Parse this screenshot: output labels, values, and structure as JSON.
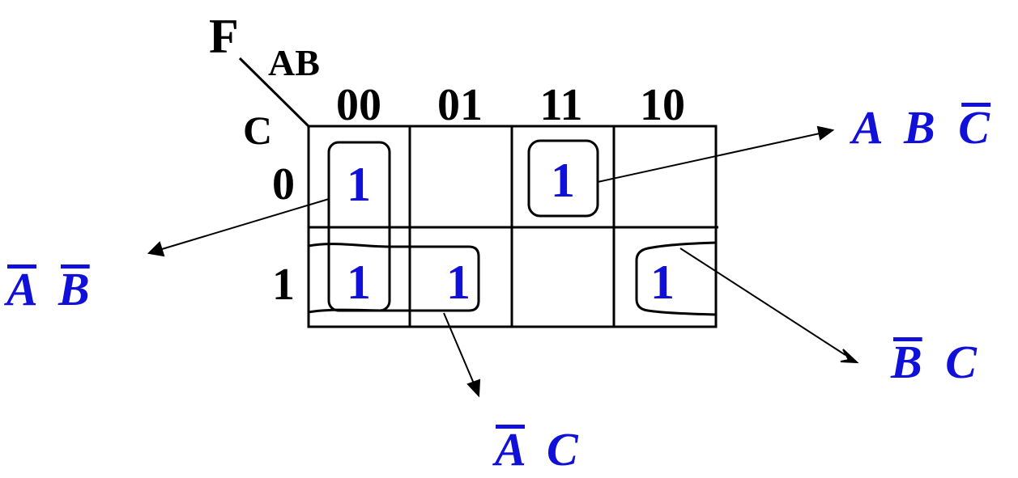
{
  "func_label": "F",
  "row_var": "C",
  "col_var": "AB",
  "col_headers": [
    "00",
    "01",
    "11",
    "10"
  ],
  "row_headers": [
    "0",
    "1"
  ],
  "cells": [
    [
      "1",
      "",
      "1",
      ""
    ],
    [
      "1",
      "1",
      "",
      "1"
    ]
  ],
  "terms": {
    "abc_bar": {
      "letters": [
        "A",
        "B",
        "C"
      ],
      "bars": [
        false,
        false,
        true
      ]
    },
    "a_bar_b_bar": {
      "letters": [
        "A",
        "B"
      ],
      "bars": [
        true,
        true
      ]
    },
    "a_bar_c": {
      "letters": [
        "A",
        "C"
      ],
      "bars": [
        true,
        false
      ]
    },
    "b_bar_c": {
      "letters": [
        "B",
        "C"
      ],
      "bars": [
        true,
        false
      ]
    }
  },
  "colors": {
    "ink": "#000000",
    "accent": "#1010d8"
  }
}
